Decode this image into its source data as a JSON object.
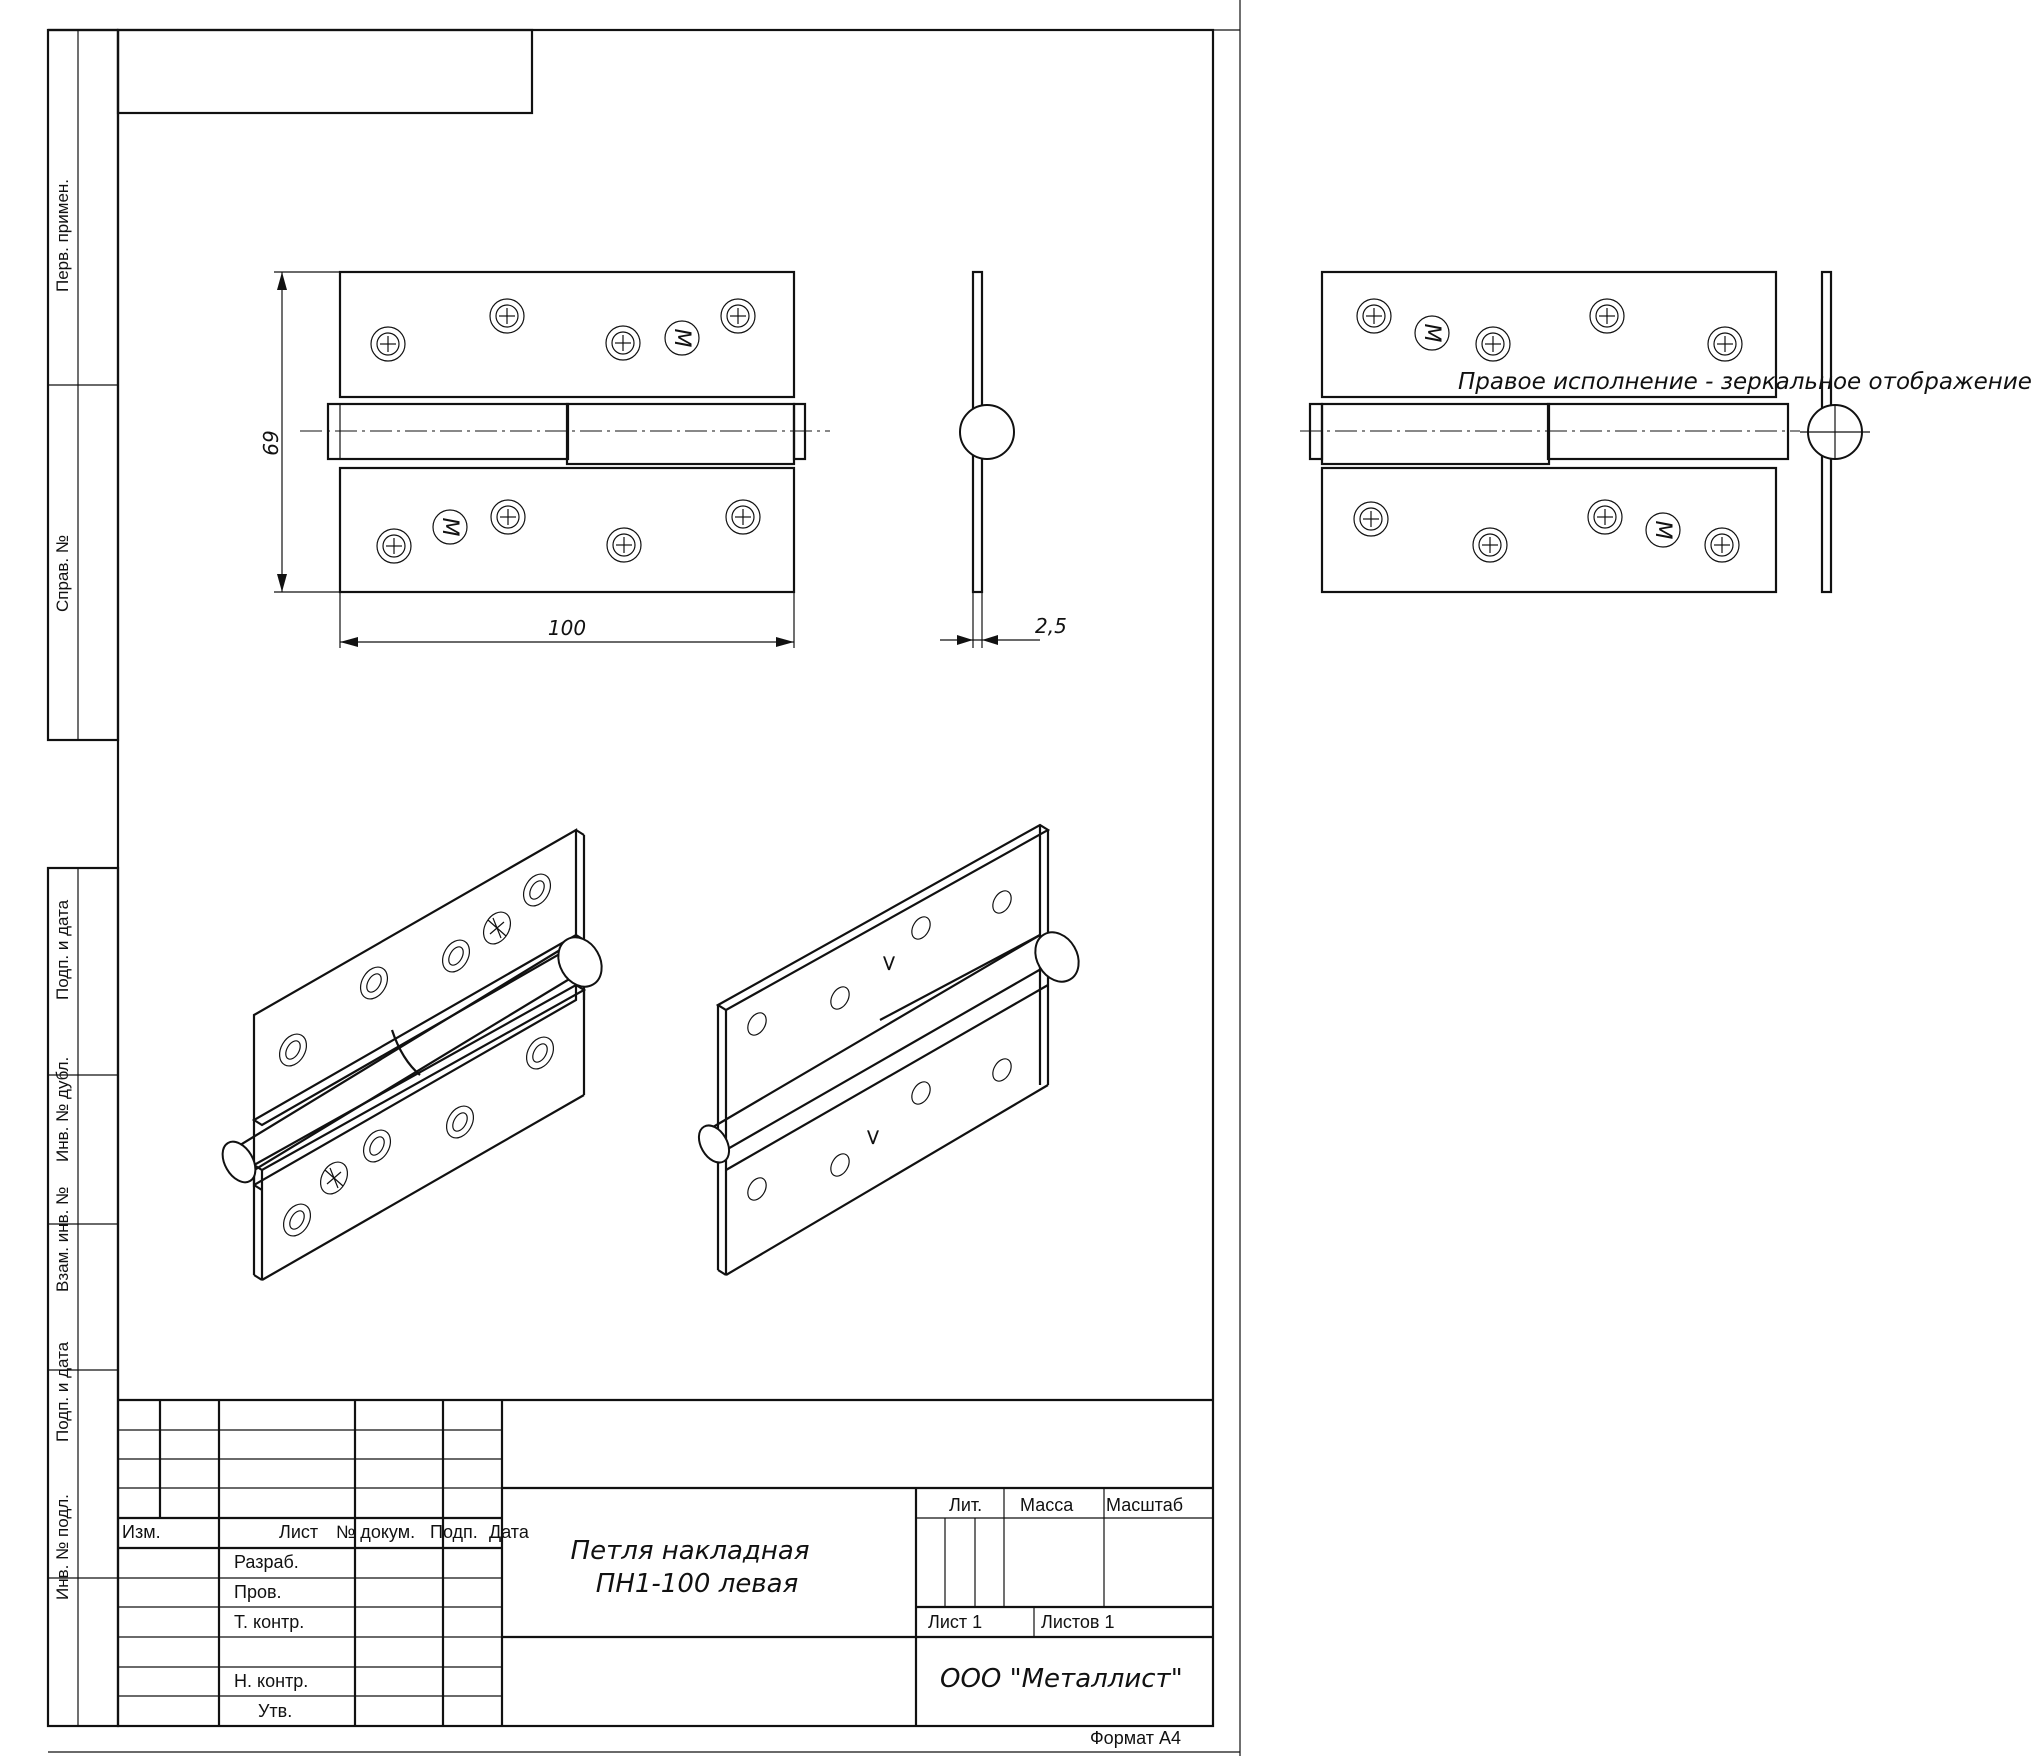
{
  "side_strip": {
    "perv_primen": "Перв. примен.",
    "sprav_no": "Справ. №",
    "podp_i_data_1": "Подп. и дата",
    "inv_no_dubl": "Инв. № дубл.",
    "vzam_inv_no": "Взам. инв. №",
    "podp_i_data_2": "Подп. и дата",
    "inv_no_podl": "Инв. № подл."
  },
  "dimensions": {
    "height": "69",
    "width": "100",
    "thickness": "2,5"
  },
  "mark_letter": "M",
  "direction_arrow": ">",
  "note": "Правое исполнение - зеркальное отображение",
  "title_block": {
    "col_izm": "Изм.",
    "col_list": "Лист",
    "col_no_dokum": "№ докум.",
    "col_podp": "Подп.",
    "col_data": "Дата",
    "razrab": "Разраб.",
    "prov": "Пров.",
    "t_kontr": "Т. контр.",
    "n_kontr": "Н. контр.",
    "utv": "Утв.",
    "name_line1": "Петля накладная",
    "name_line2": "ПН1-100 левая",
    "lit": "Лит.",
    "massa": "Масса",
    "masshtab": "Масштаб",
    "list_1": "Лист 1",
    "listov_1": "Листов 1",
    "company": "ООО \"Металлист\"",
    "format": "Формат А4"
  }
}
